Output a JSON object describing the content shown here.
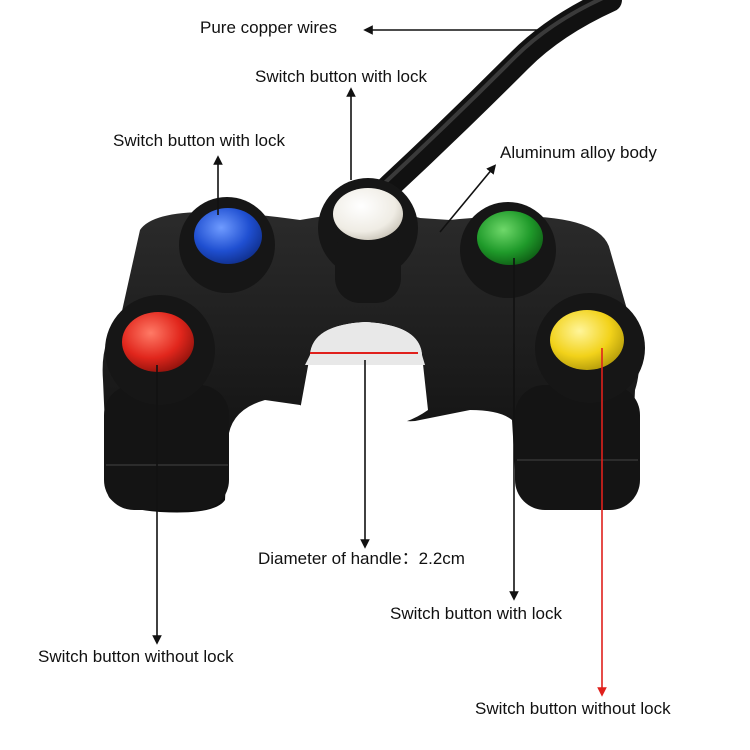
{
  "labels": {
    "wires": "Pure copper wires",
    "top_center": "Switch button with lock",
    "top_left": "Switch button with lock",
    "body": "Aluminum alloy body",
    "diameter": "Diameter of handle：2.2cm",
    "right_mid": "Switch button with lock",
    "left_bottom": "Switch button without lock",
    "right_bottom": "Switch button without lock"
  },
  "colors": {
    "body": "#1a1a1a",
    "blue": "#1f4fd1",
    "white": "#f2f0ea",
    "green": "#1f9a2a",
    "red": "#e1261c",
    "yellow": "#f2d21a",
    "red_line": "#e0201c",
    "arrow": "#111111"
  }
}
